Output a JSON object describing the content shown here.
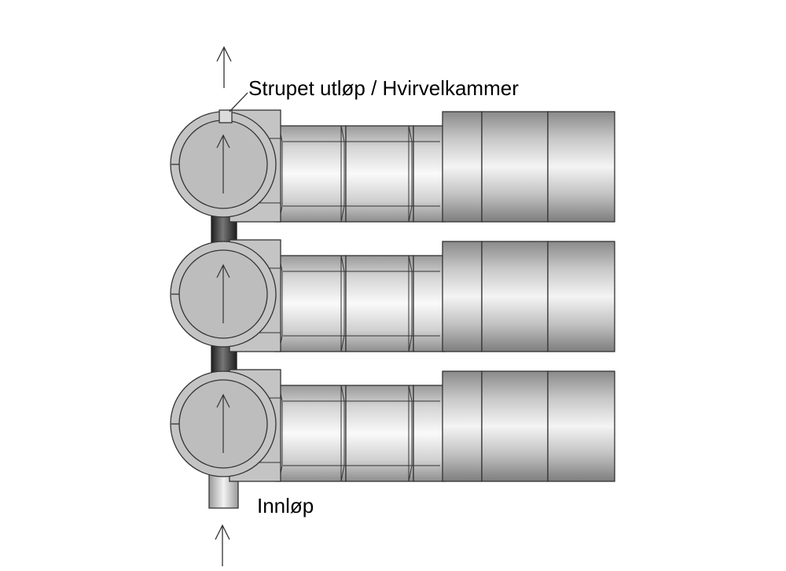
{
  "labels": {
    "outlet": "Strupet utløp / Hvirvelkammer",
    "inlet": "Innløp"
  },
  "units": [
    {
      "id": "top",
      "label": ""
    },
    {
      "id": "middle",
      "label": ""
    },
    {
      "id": "bottom",
      "label": ""
    }
  ],
  "colors": {
    "stroke": "#333333",
    "chamber": "#c4c4c4",
    "dark_connector": "#3a3a3a"
  }
}
